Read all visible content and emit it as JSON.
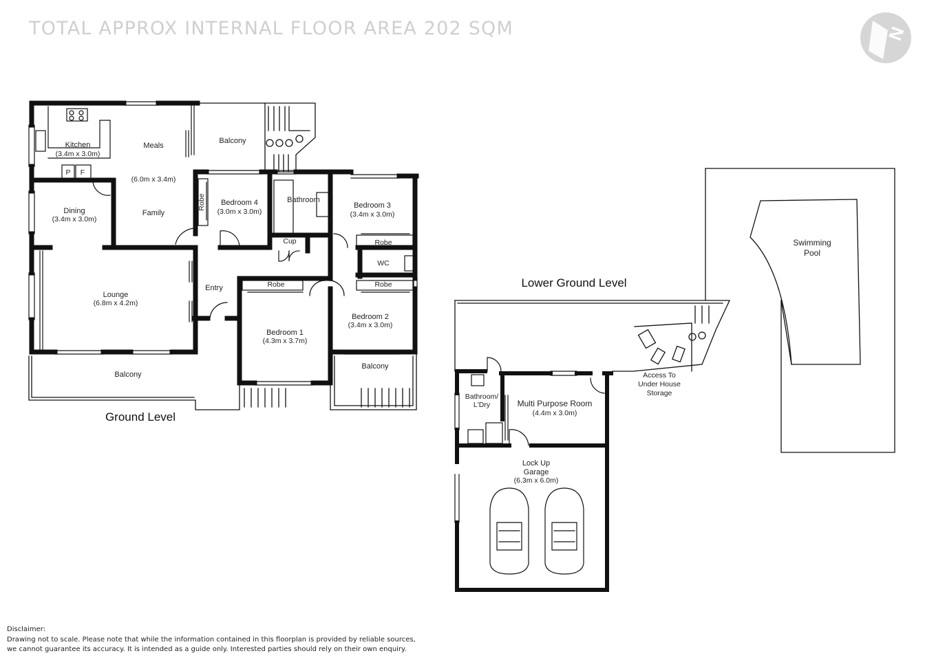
{
  "header": {
    "title": "TOTAL APPROX INTERNAL FLOOR AREA 202 SQM"
  },
  "compass": {
    "letter": "N"
  },
  "levels": {
    "ground": "Ground Level",
    "lower": "Lower Ground Level"
  },
  "rooms": {
    "kitchen": {
      "name": "Kitchen",
      "dims": "(3.4m x 3.0m)"
    },
    "meals": {
      "name": "Meals"
    },
    "meals_family_dims": "(6.0m x 3.4m)",
    "family": {
      "name": "Family"
    },
    "balcony_top": {
      "name": "Balcony"
    },
    "pantry": "P",
    "fridge": "F",
    "dining": {
      "name": "Dining",
      "dims": "(3.4m x 3.0m)"
    },
    "robe_bed4": "Robe",
    "bedroom4": {
      "name": "Bedroom 4",
      "dims": "(3.0m x 3.0m)"
    },
    "bathroom": {
      "name": "Bathroom"
    },
    "bedroom3": {
      "name": "Bedroom 3",
      "dims": "(3.4m x 3.0m)"
    },
    "robe_bed3": "Robe",
    "cup": "Cup",
    "wc": "WC",
    "lounge": {
      "name": "Lounge",
      "dims": "(6.8m x 4.2m)"
    },
    "entry": {
      "name": "Entry"
    },
    "robe_bed1": "Robe",
    "bedroom1": {
      "name": "Bedroom 1",
      "dims": "(4.3m x 3.7m)"
    },
    "robe_bed2": "Robe",
    "bedroom2": {
      "name": "Bedroom 2",
      "dims": "(3.4m x 3.0m)"
    },
    "balcony_bottom": {
      "name": "Balcony"
    },
    "balcony_right": {
      "name": "Balcony"
    },
    "bathroom_ldry": {
      "line1": "Bathroom/",
      "line2": "L'Dry"
    },
    "multi_purpose": {
      "name": "Multi Purpose Room",
      "dims": "(4.4m x 3.0m)"
    },
    "garage": {
      "line1": "Lock Up",
      "line2": "Garage",
      "dims": "(6.3m x 6.0m)"
    },
    "access": {
      "line1": "Access To",
      "line2": "Under House",
      "line3": "Storage"
    },
    "pool": {
      "line1": "Swimming",
      "line2": "Pool"
    }
  },
  "disclaimer": {
    "heading": "Disclaimer:",
    "line1": "Drawing not to scale. Please note that while the information contained in this floorplan is provided by reliable sources,",
    "line2": "we cannot guarantee its accuracy. It is intended as a guide only. Interested parties should rely on their own enquiry."
  },
  "colors": {
    "wall": "#111111",
    "thin_line": "#333333",
    "header_text": "#cfcfcf",
    "compass_bg": "#d6d6d6"
  }
}
